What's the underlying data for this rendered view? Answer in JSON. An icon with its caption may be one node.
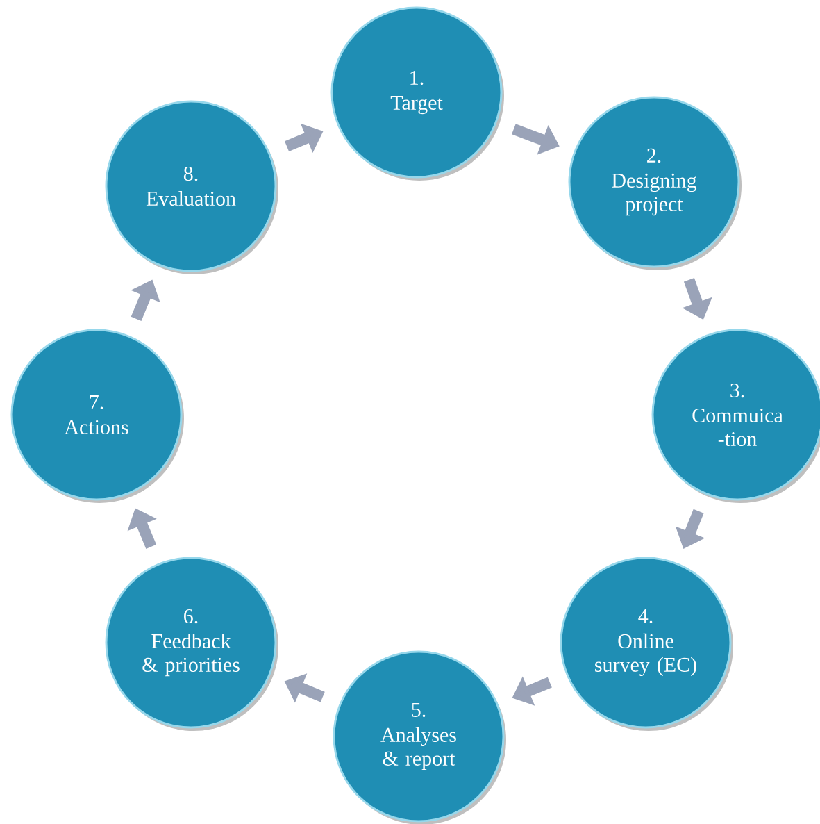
{
  "diagram": {
    "nodes": [
      {
        "text": [
          "1.",
          "Target"
        ]
      },
      {
        "text": [
          "2.",
          "Designing project"
        ]
      },
      {
        "text": [
          "3.",
          "Commuica -tion"
        ]
      },
      {
        "text": [
          "4.",
          "Online survey (EC)"
        ]
      },
      {
        "text": [
          "5.",
          "Analyses & report"
        ]
      },
      {
        "text": [
          "6.",
          "Feedback & priorities"
        ]
      },
      {
        "text": [
          "7.",
          "Actions"
        ]
      },
      {
        "text": [
          "8.",
          "Evaluation"
        ]
      }
    ],
    "edges": [
      {
        "from": 0,
        "to": 1,
        "arrow": "to"
      },
      {
        "from": 1,
        "to": 2,
        "arrow": "to"
      },
      {
        "from": 2,
        "to": 3,
        "arrow": "to"
      },
      {
        "from": 3,
        "to": 4,
        "arrow": "to"
      },
      {
        "from": 4,
        "to": 5,
        "arrow": "to"
      },
      {
        "from": 5,
        "to": 6,
        "arrow": "to"
      },
      {
        "from": 6,
        "to": 7,
        "arrow": "to"
      },
      {
        "from": 7,
        "to": 0,
        "arrow": "to"
      }
    ]
  }
}
